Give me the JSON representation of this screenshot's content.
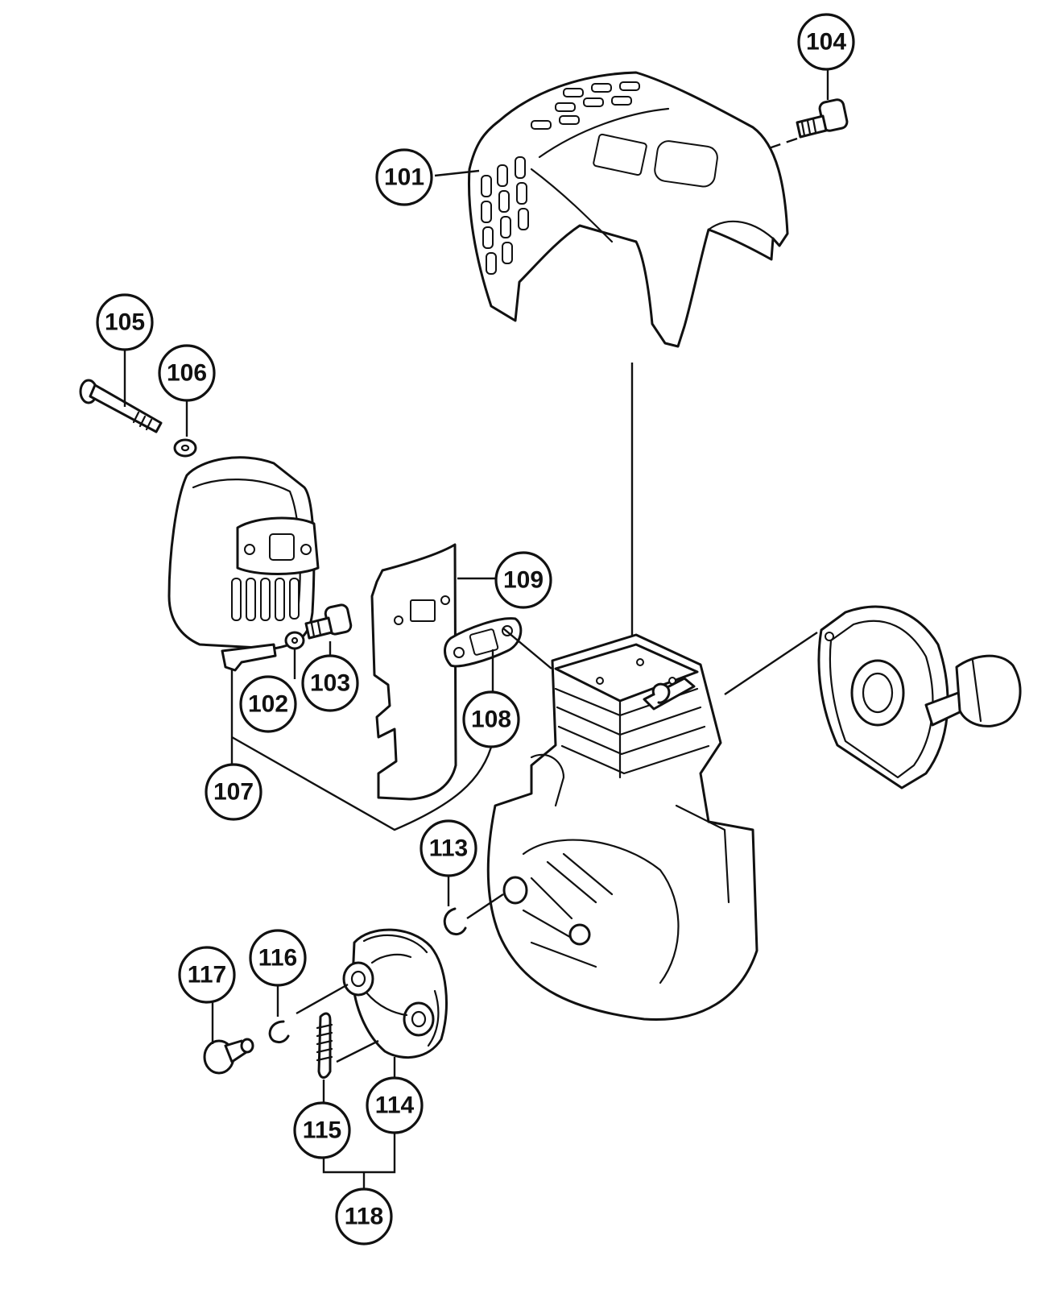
{
  "callouts": {
    "c101": "101",
    "c102": "102",
    "c103": "103",
    "c104": "104",
    "c105": "105",
    "c106": "106",
    "c107": "107",
    "c108": "108",
    "c109": "109",
    "c113": "113",
    "c114": "114",
    "c115": "115",
    "c116": "116",
    "c117": "117",
    "c118": "118"
  },
  "colors": {
    "ink": "#111111",
    "paper": "#ffffff"
  }
}
